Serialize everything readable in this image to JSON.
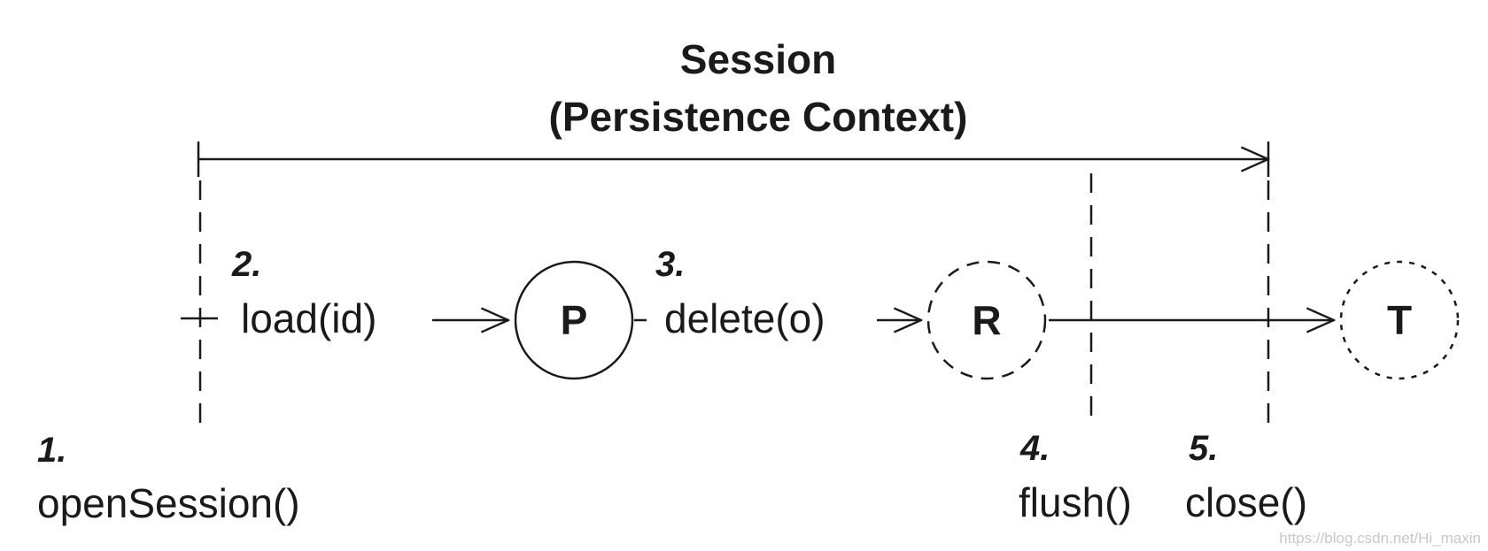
{
  "title": {
    "line1": "Session",
    "line2": "(Persistence Context)"
  },
  "steps": [
    {
      "number": "1.",
      "label": "openSession()"
    },
    {
      "number": "2.",
      "label": "load(id)"
    },
    {
      "number": "3.",
      "label": "delete(o)"
    },
    {
      "number": "4.",
      "label": "flush()"
    },
    {
      "number": "5.",
      "label": "close()"
    }
  ],
  "states": [
    {
      "letter": "P",
      "border": "solid"
    },
    {
      "letter": "R",
      "border": "dashed"
    },
    {
      "letter": "T",
      "border": "dotted"
    }
  ],
  "watermark": "https://blog.csdn.net/Hi_maxin"
}
